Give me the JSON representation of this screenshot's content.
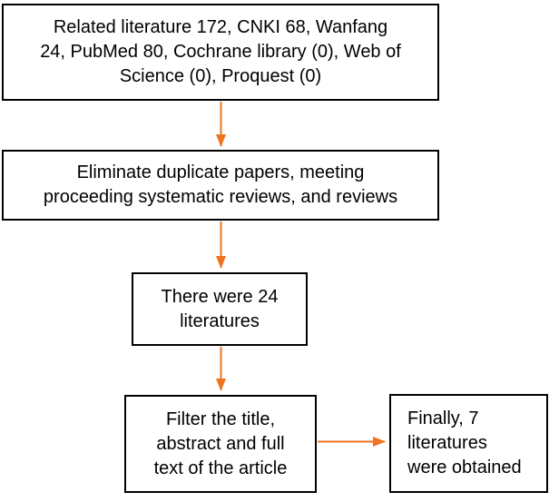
{
  "colors": {
    "arrow": "#EE7420",
    "box_border": "#000000",
    "box_fill": "#FFFFFF",
    "text": "#000000",
    "background": "#FFFFFF"
  },
  "flowchart": {
    "type": "literature-screening-flow",
    "boxes": [
      {
        "id": "search-results",
        "text": "Related literature 172, CNKI 68, Wanfang\n24, PubMed 80, Cochrane library (0), Web of\nScience (0), Proquest (0)"
      },
      {
        "id": "eliminate",
        "text": "Eliminate duplicate papers, meeting\nproceeding systematic reviews, and reviews"
      },
      {
        "id": "remaining",
        "text": "There were 24\nliteratures"
      },
      {
        "id": "filter",
        "text": "Filter the title,\nabstract and full\ntext of the article"
      },
      {
        "id": "final",
        "text": "Finally, 7\nliteratures\nwere obtained"
      }
    ],
    "connections": [
      {
        "from": "search-results",
        "to": "eliminate",
        "direction": "down"
      },
      {
        "from": "eliminate",
        "to": "remaining",
        "direction": "down"
      },
      {
        "from": "remaining",
        "to": "filter",
        "direction": "down"
      },
      {
        "from": "filter",
        "to": "final",
        "direction": "right"
      }
    ]
  }
}
